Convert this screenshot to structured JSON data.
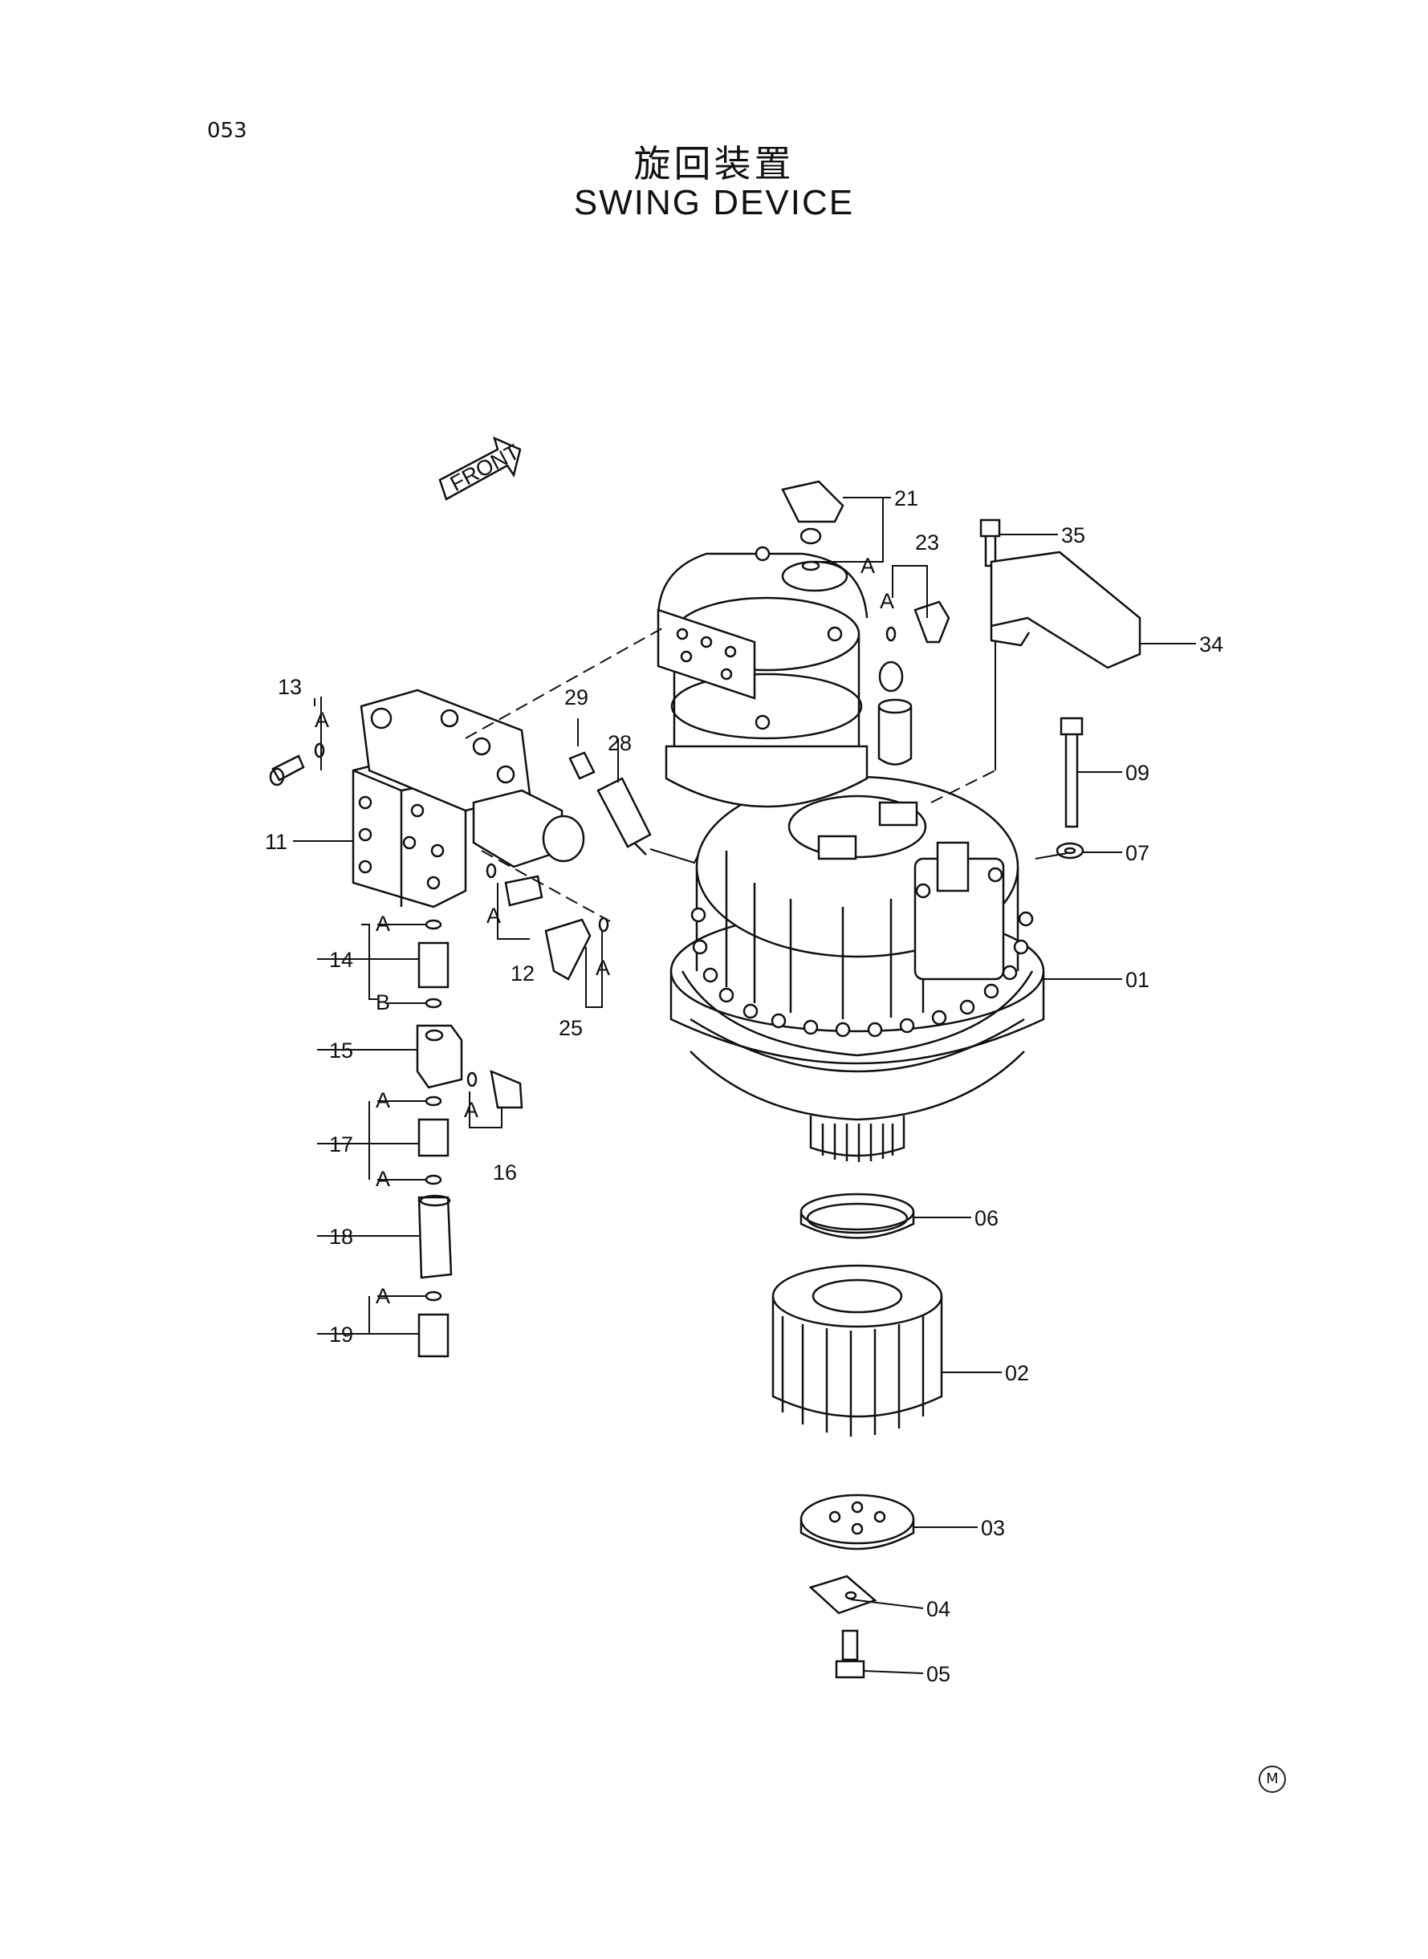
{
  "page": {
    "number": "053",
    "title_jp": "旋回装置",
    "title_en": "SWING DEVICE",
    "corner_mark": "M"
  },
  "front_arrow": {
    "label": "FRONT"
  },
  "callouts": {
    "c01": "01",
    "c02": "02",
    "c03": "03",
    "c04": "04",
    "c05": "05",
    "c06": "06",
    "c07": "07",
    "c09": "09",
    "c11": "11",
    "c12": "12",
    "c13": "13",
    "c14": "14",
    "c15": "15",
    "c16": "16",
    "c17": "17",
    "c18": "18",
    "c19": "19",
    "c21": "21",
    "c23": "23",
    "c25": "25",
    "c28": "28",
    "c29": "29",
    "c34": "34",
    "c35": "35"
  },
  "sub_labels": {
    "a": "A",
    "b": "B"
  }
}
